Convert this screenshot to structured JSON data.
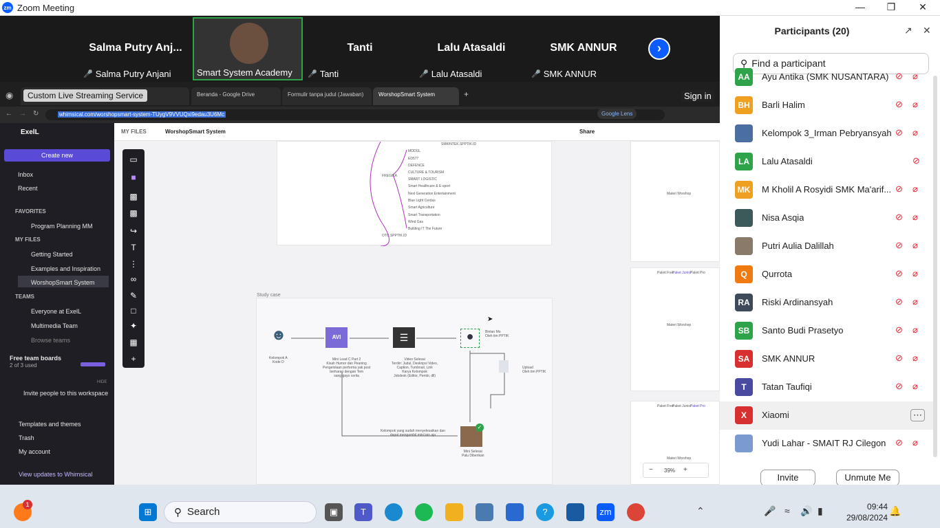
{
  "window": {
    "title": "Zoom Meeting",
    "app_badge": "zm"
  },
  "gallery": {
    "tiles": [
      {
        "name": "Salma Putry Anj...",
        "label": "Salma Putry Anjani"
      },
      {
        "name": "",
        "label": "Smart System Academy"
      },
      {
        "name": "Tanti",
        "label": "Tanti"
      },
      {
        "name": "Lalu Atasaldi",
        "label": "Lalu Atasaldi"
      },
      {
        "name": "SMK ANNUR",
        "label": "SMK ANNUR"
      }
    ]
  },
  "share": {
    "live_badge": "Custom Live Streaming Service",
    "sign_in": "Sign in",
    "tabs": [
      "Beranda - Google Drive",
      "Formulir tanpa judul (Jawaban)",
      "WorshopSmart System"
    ],
    "url": "whimsical.com/worshopsmart-system-TUygV9VVUQxi9edau3U6Mc",
    "lens": "Google Lens"
  },
  "whimsical": {
    "workspace": "ExelL",
    "create_new": "Create new",
    "nav": [
      "Inbox",
      "Recent"
    ],
    "favorites_header": "FAVORITES",
    "favorites": [
      "Program Planning MM"
    ],
    "myfiles_header": "MY FILES",
    "myfiles": [
      "Getting Started",
      "Examples and Inspiration",
      "WorshopSmart System"
    ],
    "teams_header": "TEAMS",
    "teams": [
      "Everyone at ExelL",
      "Multimedia Team",
      "Browse teams"
    ],
    "free_boards": "Free team boards",
    "free_used": "2 of 3 used",
    "hide": "HIDE",
    "invite": "Invite people to this workspace",
    "bottom": [
      "Templates and themes",
      "Trash",
      "My account"
    ],
    "updates": "View updates to Whimsical",
    "breadcrumb_root": "MY FILES",
    "breadcrumb_file": "WorshopSmart System",
    "share": "Share",
    "zoom": "39%",
    "study_case": "Study case",
    "mindmap_items": [
      "MODUL",
      "ED577",
      "DEFENCE",
      "CULTURE & TOURISM",
      "SMART LOGISTIC",
      "Smart Healthcare & E-sport",
      "Next Generation Entertainment",
      "Blue Light Cerdas",
      "Smart Agriculture",
      "Smart Transportation",
      "Wind Gas",
      "Building IT The Future"
    ],
    "mindmap_root": "FREGIKA",
    "mindmap_top": "SMKINTEK.SPPTIK.ID",
    "mindmap_bottom": "OTC.SPPTIK.ID",
    "materi": "Materi Worshop",
    "paket": [
      "Paket Free",
      "Paket Junior",
      "Paket Pro"
    ],
    "flow": {
      "n1": "Kelompok A\nKode D",
      "avi": "AVI",
      "n2": "Mini Lead C Part 2\nKisah Humor dan Peaning\nPengelolaan performa yak post\nberharap dengan Tem\nsang gayo cerita",
      "n3": "Video Selesai\nTerdiri: Judul, Deskripsi Video,\nCaption, Tumbnail, Link\nKarya Kelompok\nJobdesk (Editor, Pembi, dll)",
      "n4": "Bintan Mo\nOleh tim PPTIK",
      "n5": "Upload\nOleh tim PPTIK",
      "n6": "Kelompok yang sudah menyelesaikan dan\ndapat mengambil mini lain aja",
      "n7": "Mini Selesai\nPalu Diberikan"
    }
  },
  "participants": {
    "title": "Participants (20)",
    "search_placeholder": "Find a participant",
    "list": [
      {
        "initials": "AA",
        "name": "Ayu Antika (SMK NUSANTARA)",
        "color": "#2fa34a"
      },
      {
        "initials": "BH",
        "name": "Barli Halim",
        "color": "#f0a020"
      },
      {
        "initials": "",
        "name": "Kelompok 3_Irman Pebryansyah",
        "color": "#4a6fa0"
      },
      {
        "initials": "LA",
        "name": "Lalu Atasaldi",
        "color": "#2fa34a"
      },
      {
        "initials": "MK",
        "name": "M Kholil A Rosyidi SMK Ma'arif...",
        "color": "#f0a020"
      },
      {
        "initials": "",
        "name": "Nisa Asqia",
        "color": "#3d5a5a"
      },
      {
        "initials": "",
        "name": "Putri Aulia Dalillah",
        "color": "#8a7a6a"
      },
      {
        "initials": "Q",
        "name": "Qurrota",
        "color": "#f07a10"
      },
      {
        "initials": "RA",
        "name": "Riski Ardinansyah",
        "color": "#3e4a5a"
      },
      {
        "initials": "SB",
        "name": "Santo Budi Prasetyo",
        "color": "#2fa34a"
      },
      {
        "initials": "SA",
        "name": "SMK ANNUR",
        "color": "#d83030"
      },
      {
        "initials": "T",
        "name": "Tatan Taufiqi",
        "color": "#4a4aa0"
      },
      {
        "initials": "X",
        "name": "Xiaomi",
        "color": "#d83030"
      },
      {
        "initials": "",
        "name": "Yudi Lahar - SMAIT RJ Cilegon",
        "color": "#7a9ad0"
      }
    ],
    "invite": "Invite",
    "unmute": "Unmute Me"
  },
  "taskbar": {
    "search": "Search",
    "time": "09:44",
    "date": "29/08/2024",
    "notif": "1"
  }
}
